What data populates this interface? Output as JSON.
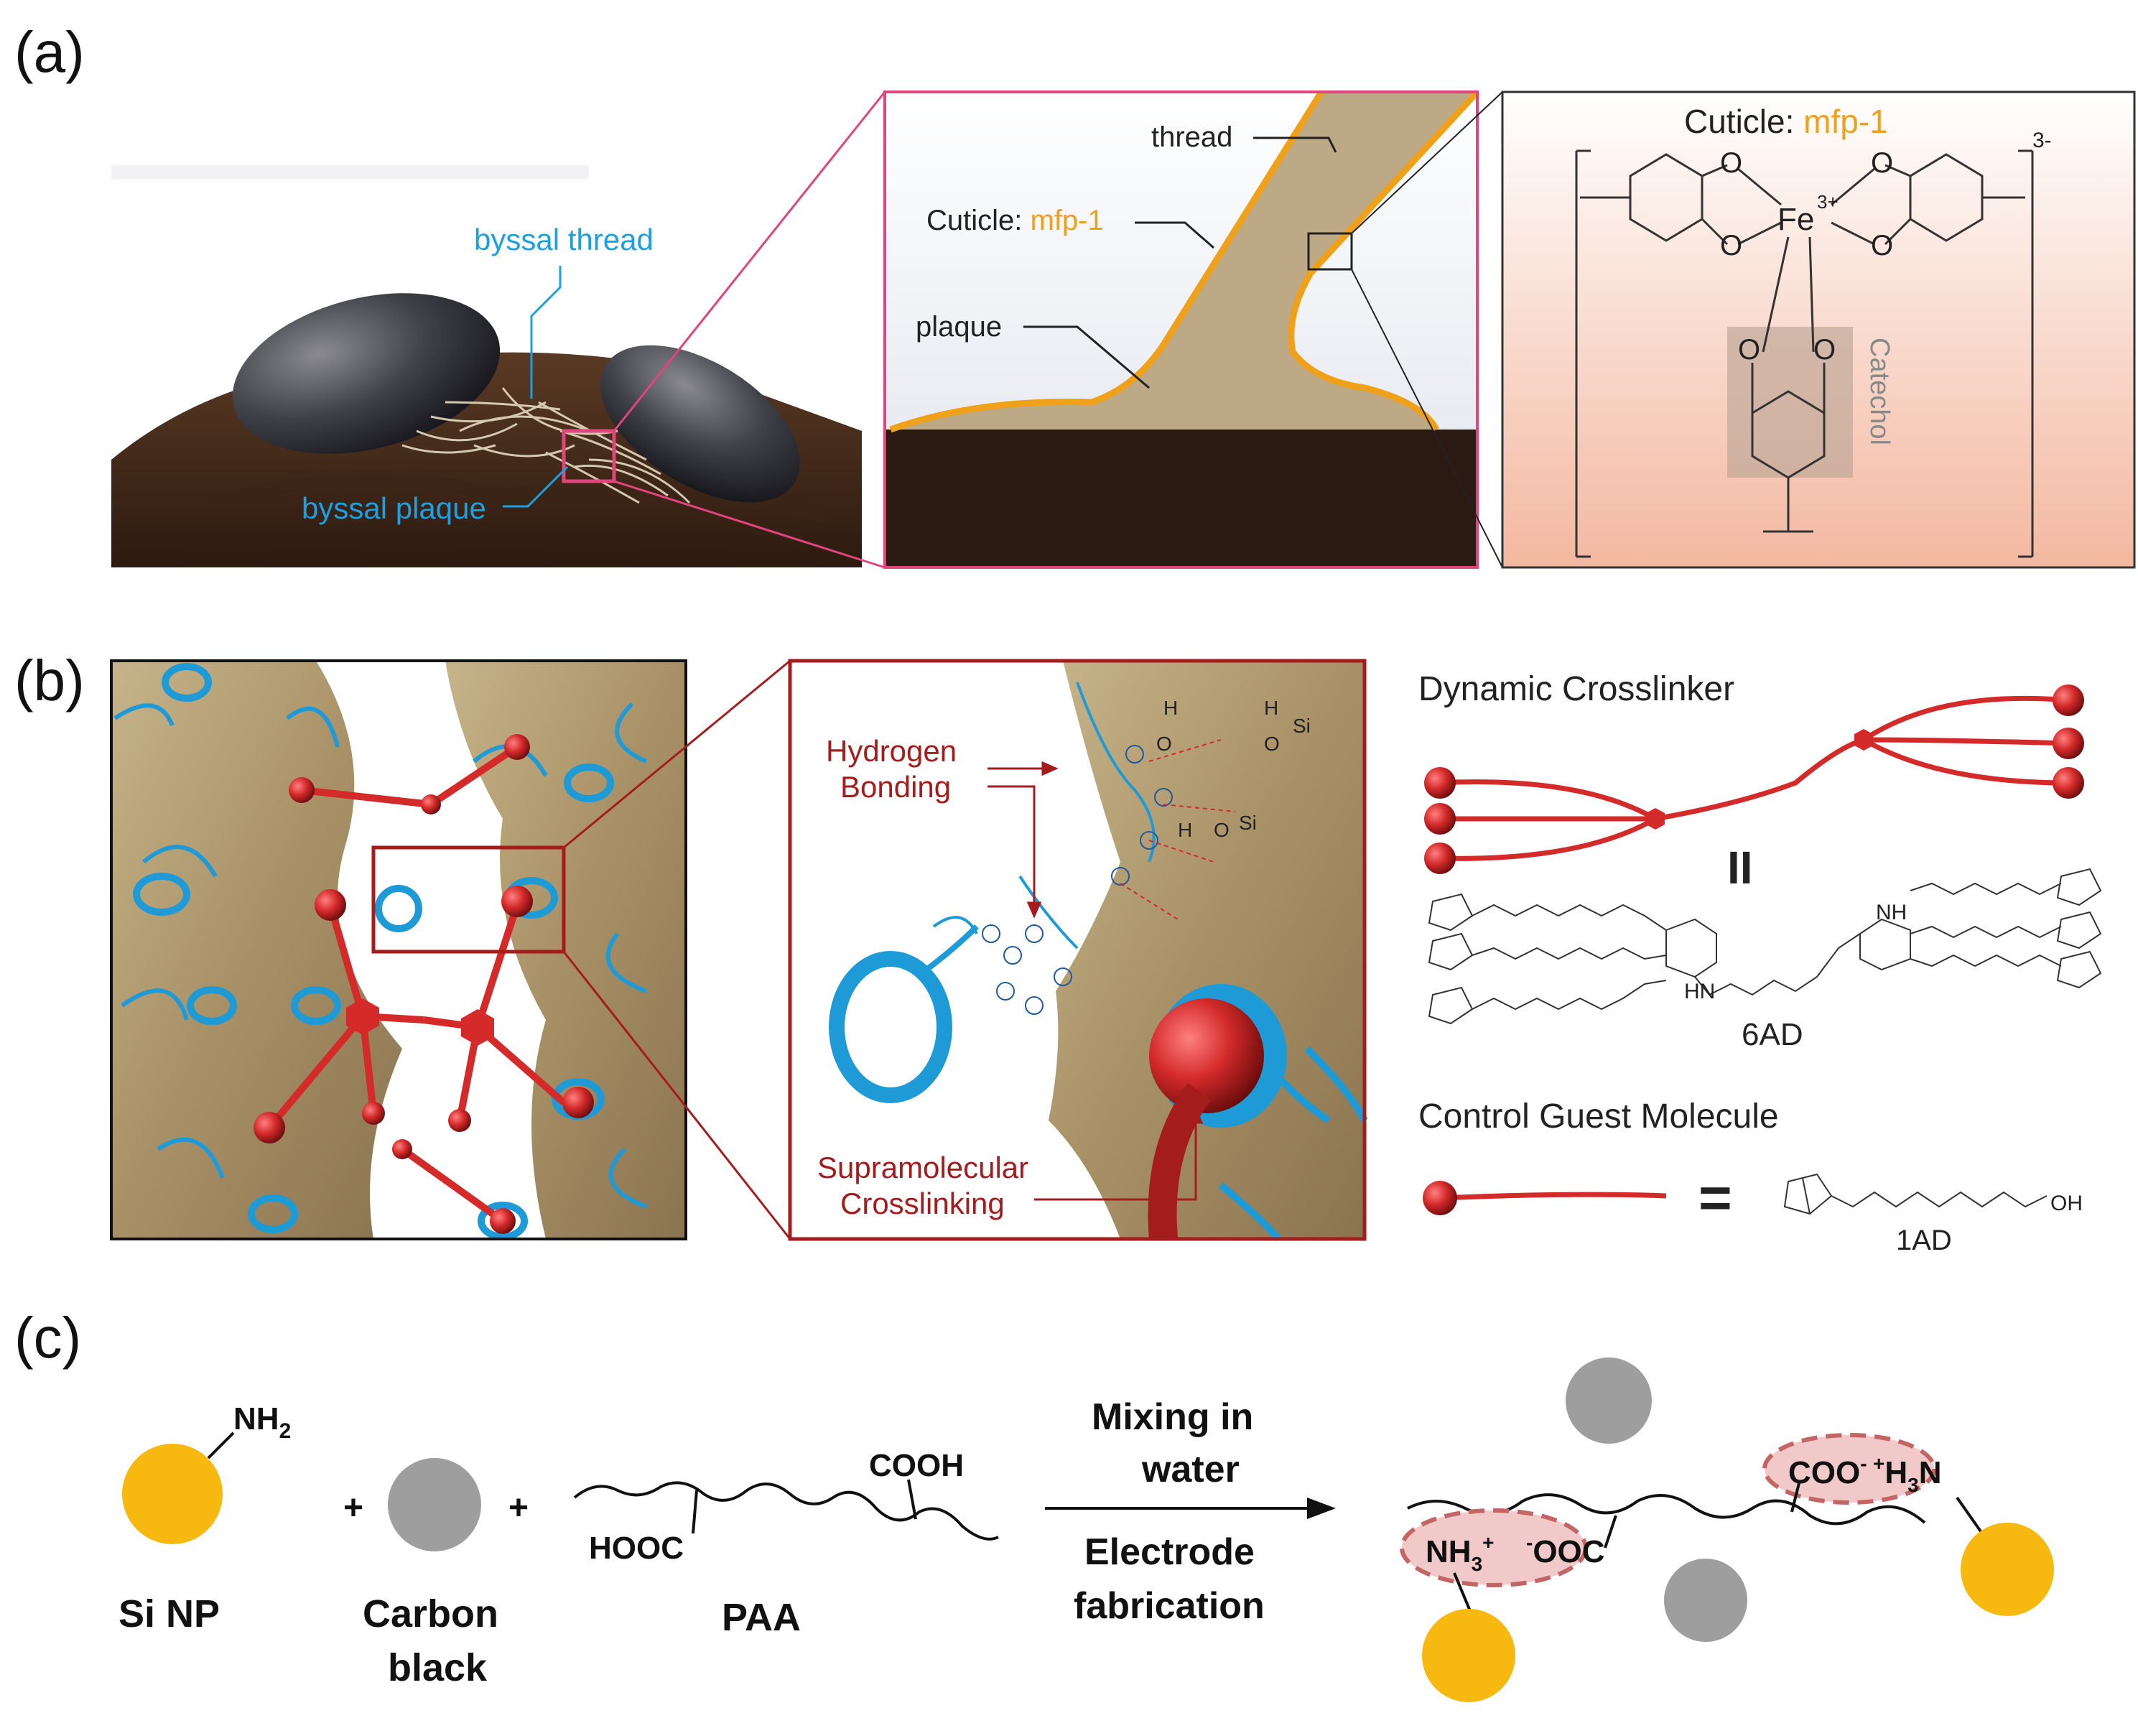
{
  "panel_labels": {
    "a": "(a)",
    "b": "(b)",
    "c": "(c)"
  },
  "panel_a": {
    "byssal_thread": "byssal thread",
    "byssal_plaque": "byssal plaque",
    "thread": "thread",
    "cuticle_prefix": "Cuticle: ",
    "mfp": "mfp-1",
    "plaque": "plaque",
    "structure": {
      "cuticle_prefix": "Cuticle: ",
      "mfp": "mfp-1",
      "charge": "3-",
      "metal": "Fe",
      "metal_charge": "3+",
      "oxygen": "O",
      "catechol": "Catechol"
    }
  },
  "panel_b": {
    "hydrogen_bonding_1": "Hydrogen",
    "hydrogen_bonding_2": "Bonding",
    "supramolecular_1": "Supramolecular",
    "supramolecular_2": "Crosslinking",
    "h": "H",
    "o": "O",
    "si": "Si",
    "dynamic_crosslinker": "Dynamic Crosslinker",
    "equals_vertical": "II",
    "nh": "NH",
    "hn": "HN",
    "six_ad": "6AD",
    "control_guest": "Control Guest Molecule",
    "equals": "=",
    "oh": "OH",
    "one_ad": "1AD"
  },
  "panel_c": {
    "nh2": "NH",
    "nh2_sub": "2",
    "si_np": "Si NP",
    "plus": "+",
    "carbon_1": "Carbon",
    "carbon_2": "black",
    "cooh": "COOH",
    "hooc": "HOOC",
    "paa": "PAA",
    "mixing_1": "Mixing in",
    "mixing_2": "water",
    "electrode_1": "Electrode",
    "electrode_2": "fabrication",
    "coo": "COO",
    "coo_sup": "-",
    "h3n_pre": "+",
    "h3n_h": "H",
    "h3n_sub": "3",
    "h3n_n": "N",
    "nh3": "NH",
    "nh3_sub": "3",
    "nh3_sup": "+",
    "ooc_pre": "-",
    "ooc": "OOC"
  },
  "colors": {
    "blue_label": "#1ba1e2",
    "orange": "#f0a11a",
    "magenta": "#e0457b",
    "dark_red": "#a51c1c",
    "red": "#d42a2a",
    "cyan": "#1e9bd7",
    "gold": "#f7b90f",
    "grey": "#9e9e9e",
    "pink_fill": "#f2c9c9",
    "pink_stroke": "#c46565"
  }
}
